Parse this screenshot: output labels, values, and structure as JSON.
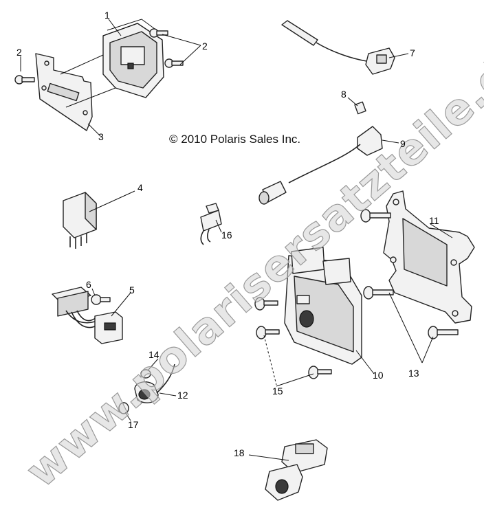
{
  "copyright": "© 2010 Polaris Sales Inc.",
  "watermark": "www.polarisersatzteile.de",
  "callouts": [
    {
      "id": "c1",
      "label": "1"
    },
    {
      "id": "c2a",
      "label": "2"
    },
    {
      "id": "c2b",
      "label": "2"
    },
    {
      "id": "c3",
      "label": "3"
    },
    {
      "id": "c4",
      "label": "4"
    },
    {
      "id": "c5",
      "label": "5"
    },
    {
      "id": "c6",
      "label": "6"
    },
    {
      "id": "c7",
      "label": "7"
    },
    {
      "id": "c8",
      "label": "8"
    },
    {
      "id": "c9",
      "label": "9"
    },
    {
      "id": "c10",
      "label": "10"
    },
    {
      "id": "c11",
      "label": "11"
    },
    {
      "id": "c12",
      "label": "12"
    },
    {
      "id": "c13",
      "label": "13"
    },
    {
      "id": "c14",
      "label": "14"
    },
    {
      "id": "c15",
      "label": "15"
    },
    {
      "id": "c16",
      "label": "16"
    },
    {
      "id": "c17",
      "label": "17"
    },
    {
      "id": "c18",
      "label": "18"
    }
  ]
}
